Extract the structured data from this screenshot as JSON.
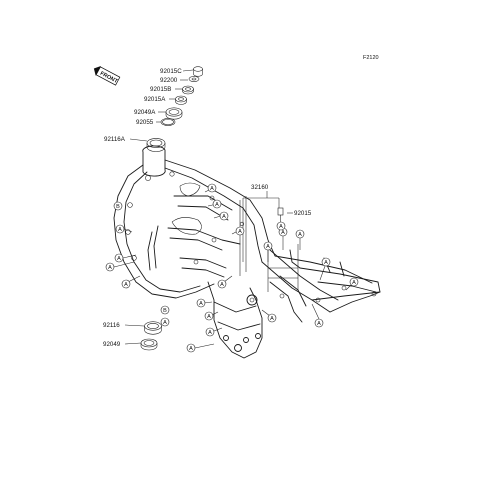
{
  "figure_code": "F2120",
  "front_badge": "FRONT",
  "callout_a": "A",
  "callout_b": "B",
  "parts": {
    "p92015c": "92015C",
    "p92200": "92200",
    "p92015b": "92015B",
    "p92015a": "92015A",
    "p92049a": "92049A",
    "p92055": "92055",
    "p92116a": "92116A",
    "p32160": "32160",
    "p92015": "92015",
    "p92116": "92116",
    "p92049": "92049"
  },
  "colors": {
    "line": "#1a1a1a",
    "background": "#ffffff"
  }
}
